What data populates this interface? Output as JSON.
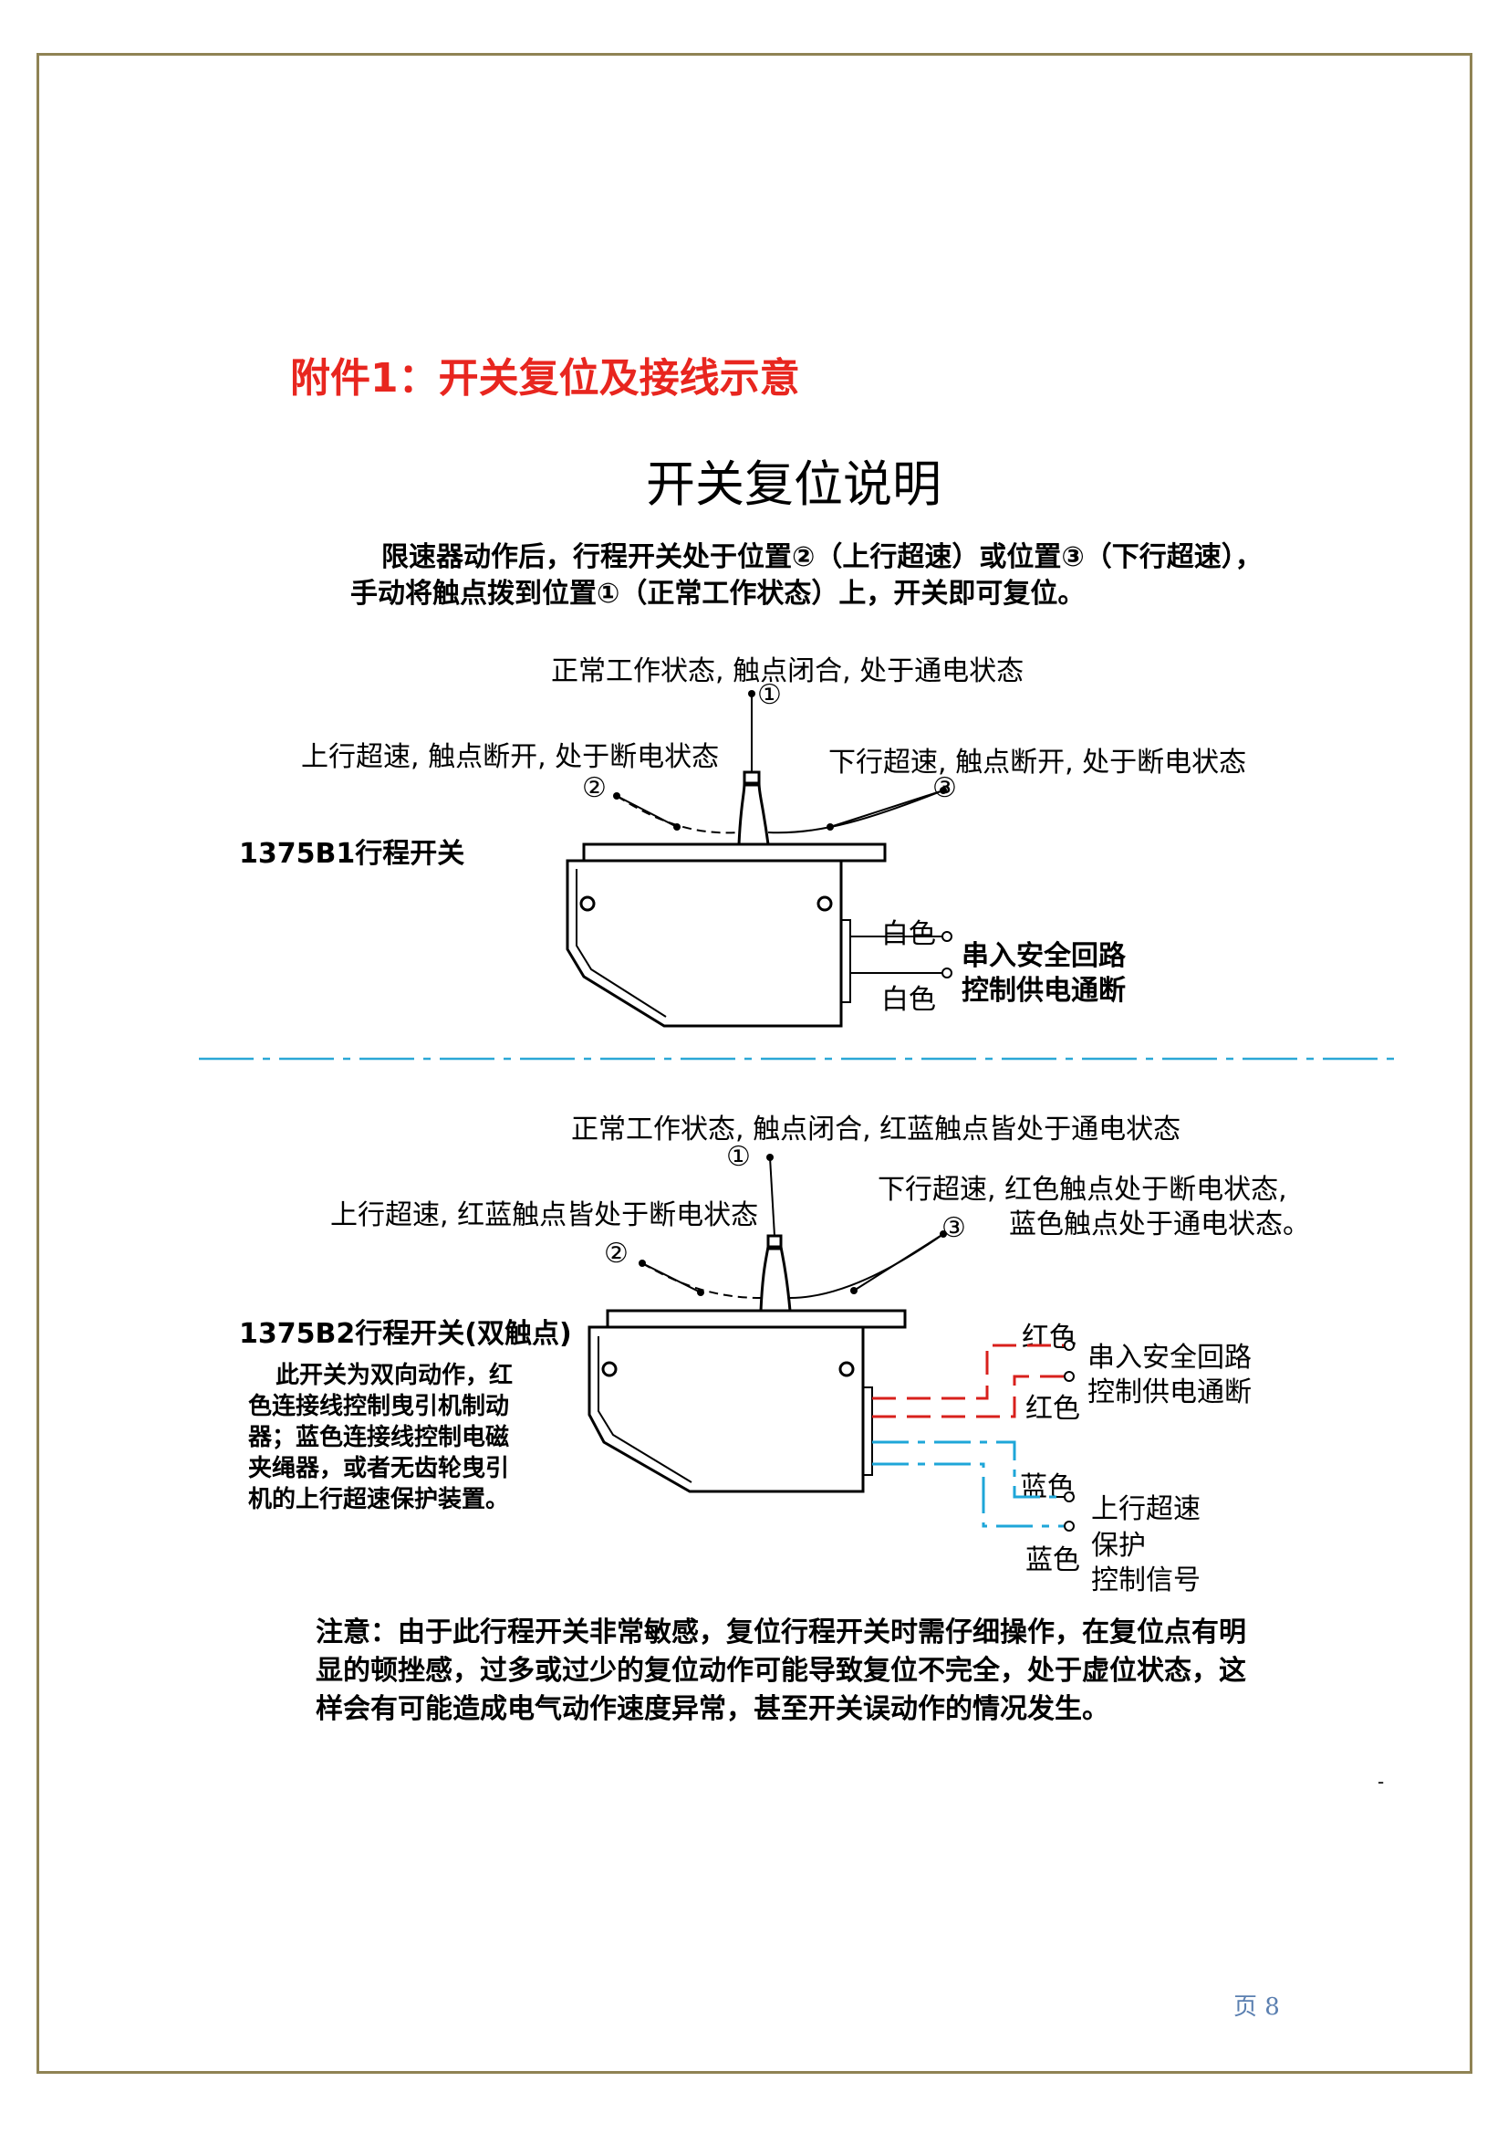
{
  "page": {
    "heading": "附件1：开关复位及接线示意",
    "title": "开关复位说明",
    "intro_line1": "限速器动作后，行程开关处于位置②（上行超速）或位置③（下行超速），",
    "intro_line2": "手动将触点拨到位置①（正常工作状态）上，开关即可复位。",
    "page_number": "页 8",
    "trailing_mark": "-"
  },
  "diagram1": {
    "label_normal": "正常工作状态, 触点闭合, 处于通电状态",
    "label_up": "上行超速, 触点断开, 处于断电状态",
    "label_down": "下行超速, 触点断开, 处于断电状态",
    "pos1": "①",
    "pos2": "②",
    "pos3": "③",
    "switch_model": "1375B1行程开关",
    "wire_top": "白色",
    "wire_bottom": "白色",
    "wiring_desc1": "串入安全回路",
    "wiring_desc2": "控制供电通断"
  },
  "diagram2": {
    "label_normal": "正常工作状态, 触点闭合, 红蓝触点皆处于通电状态",
    "label_up": "上行超速, 红蓝触点皆处于断电状态",
    "label_down1": "下行超速, 红色触点处于断电状态,",
    "label_down2": "蓝色触点处于通电状态。",
    "pos1": "①",
    "pos2": "②",
    "pos3": "③",
    "switch_model": "1375B2行程开关(双触点)",
    "desc_lines": [
      "此开关为双向动作，红",
      "色连接线控制曳引机制动",
      "器；蓝色连接线控制电磁",
      "夹绳器，或者无齿轮曳引",
      "机的上行超速保护装置。"
    ],
    "red_top": "红色",
    "red_bottom": "红色",
    "red_desc1": "串入安全回路",
    "red_desc2": "控制供电通断",
    "blue_top": "蓝色",
    "blue_bottom": "蓝色",
    "blue_desc1": "上行超速",
    "blue_desc2": "保护",
    "blue_desc3": "控制信号"
  },
  "note": {
    "line1": "注意：由于此行程开关非常敏感，复位行程开关时需仔细操作，在复位点有明",
    "line2": "显的顿挫感，过多或过少的复位动作可能导致复位不完全，处于虚位状态，这",
    "line3": "样会有可能造成电气动作速度异常，甚至开关误动作的情况发生。"
  },
  "colors": {
    "heading_red": "#e8261f",
    "frame": "#8f8354",
    "separator": "#2aa7d6",
    "wire_red": "#d8201c",
    "wire_blue": "#1ea6d8",
    "page_number": "#5a7fb0"
  }
}
